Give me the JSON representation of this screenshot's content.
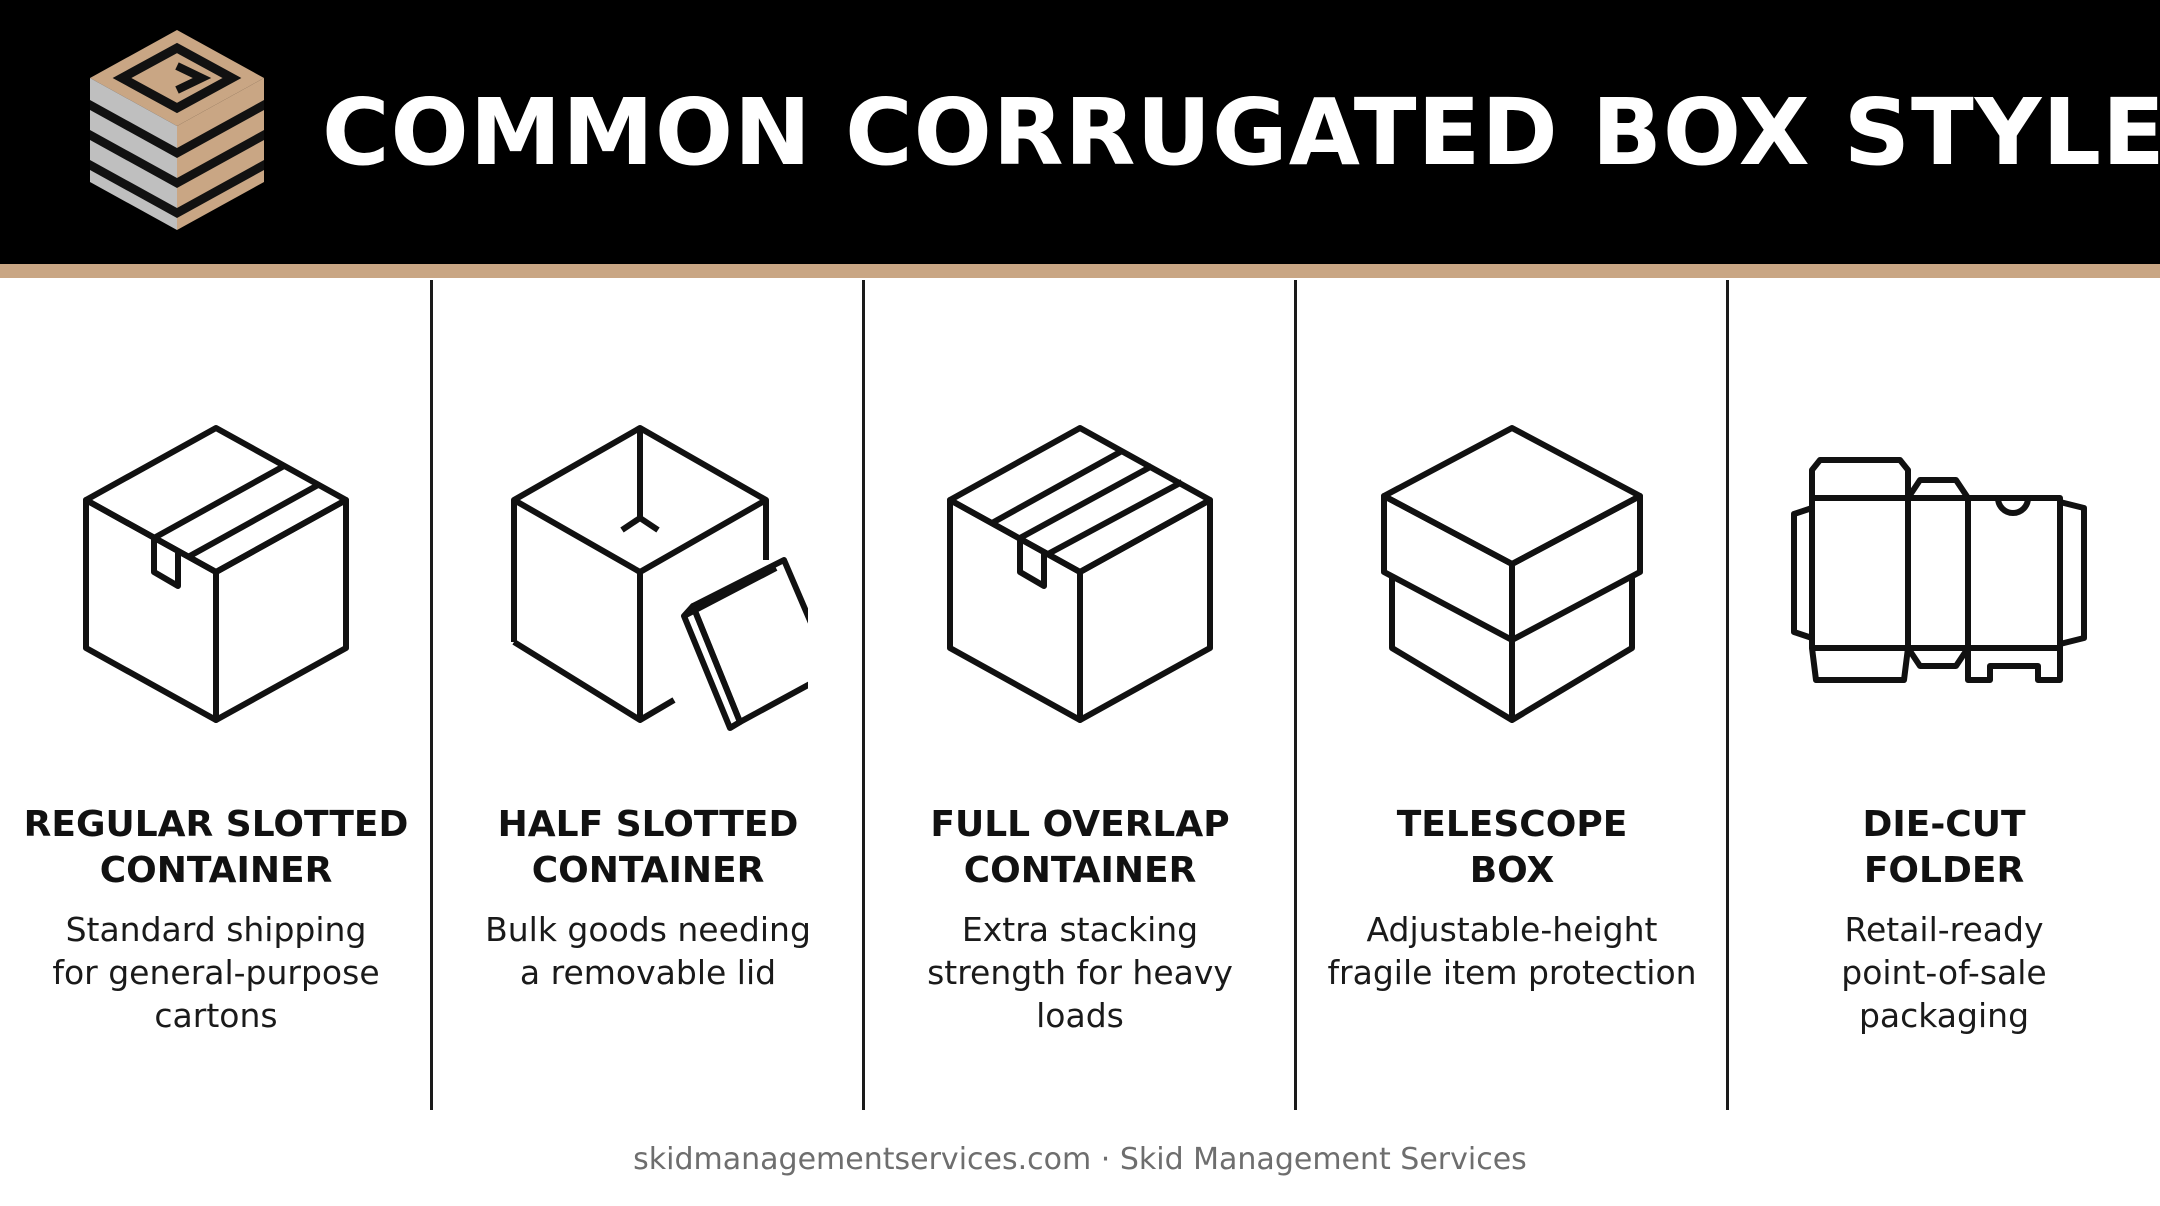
{
  "header": {
    "title": "COMMON CORRUGATED BOX STYLES",
    "logo_icon": "stacked-pallet-logo-icon",
    "background": "#000000",
    "accent": "#c9a684"
  },
  "columns": [
    {
      "icon": "regular-slotted-box-icon",
      "title_line1": "REGULAR SLOTTED",
      "title_line2": "CONTAINER",
      "desc_line1": "Standard shipping",
      "desc_line2": "for general-purpose",
      "desc_line3": "cartons"
    },
    {
      "icon": "half-slotted-box-icon",
      "title_line1": "HALF SLOTTED",
      "title_line2": "CONTAINER",
      "desc_line1": "Bulk goods needing",
      "desc_line2": "a removable lid",
      "desc_line3": ""
    },
    {
      "icon": "full-overlap-box-icon",
      "title_line1": "FULL OVERLAP",
      "title_line2": "CONTAINER",
      "desc_line1": "Extra stacking",
      "desc_line2": "strength for heavy",
      "desc_line3": "loads"
    },
    {
      "icon": "telescope-box-icon",
      "title_line1": "TELESCOPE",
      "title_line2": "BOX",
      "desc_line1": "Adjustable-height",
      "desc_line2": "fragile item protection",
      "desc_line3": ""
    },
    {
      "icon": "die-cut-folder-icon",
      "title_line1": "DIE-CUT",
      "title_line2": "FOLDER",
      "desc_line1": "Retail-ready",
      "desc_line2": "point-of-sale",
      "desc_line3": "packaging"
    }
  ],
  "footer": {
    "text": "skidmanagementservices.com · Skid Management Services"
  }
}
